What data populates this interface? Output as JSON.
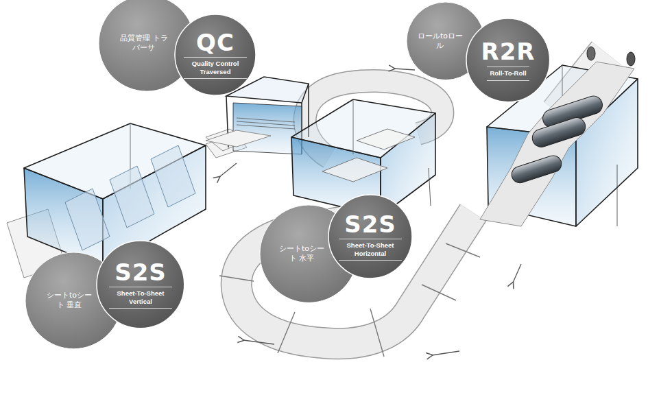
{
  "diagram": {
    "nodes": [
      {
        "text": [
          "品質管理 トラバーサ"
        ]
      },
      {
        "text": [
          "QC",
          "Quality Control Traversed"
        ]
      },
      {
        "text": [
          "ロールtoロール"
        ]
      },
      {
        "text": [
          "R2R",
          "Roll-To-Roll"
        ]
      },
      {
        "text": [
          "シートtoシート 水平"
        ]
      },
      {
        "text": [
          "S2S",
          "Sheet-To-Sheet Horizontal"
        ]
      },
      {
        "text": [
          "シートtoシート 垂直"
        ]
      },
      {
        "text": [
          "S2S",
          "Sheet-To-Sheet Vertical"
        ]
      }
    ]
  }
}
